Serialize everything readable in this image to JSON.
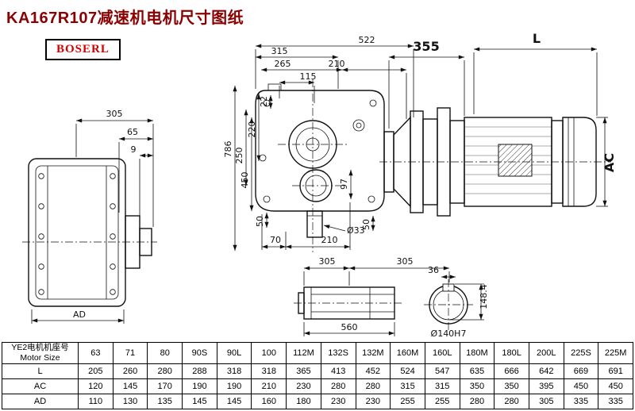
{
  "title": "KA167R107减速机电机尺寸图纸",
  "logo": "BOSERL",
  "dims": {
    "main_315": "315",
    "main_522": "522",
    "main_265": "265",
    "main_210": "210",
    "main_115": "115",
    "main_22": "22",
    "main_220": "220",
    "main_250": "250",
    "main_450": "450",
    "main_786": "786",
    "main_97": "97",
    "main_50_left": "50",
    "main_70": "70",
    "main_210b": "210",
    "main_dia33": "Ø33",
    "main_50_right": "50",
    "motor_355": "355",
    "motor_L": "L",
    "motor_AC": "AC",
    "side_305": "305",
    "side_65": "65",
    "side_9": "9",
    "side_AD": "AD",
    "shaft_305_a": "305",
    "shaft_305_b": "305",
    "shaft_560": "560",
    "key_36": "36",
    "key_148": "148.4",
    "bore_dia": "Ø140H7"
  },
  "table": {
    "header_cn": "YE2电机机座号",
    "header_en": "Motor Size",
    "columns": [
      "63",
      "71",
      "80",
      "90S",
      "90L",
      "100",
      "112M",
      "132S",
      "132M",
      "160M",
      "160L",
      "180M",
      "180L",
      "200L",
      "225S",
      "225M"
    ],
    "rows": [
      {
        "label": "L",
        "values": [
          "205",
          "260",
          "280",
          "288",
          "318",
          "318",
          "365",
          "413",
          "452",
          "524",
          "547",
          "635",
          "666",
          "642",
          "669",
          "691"
        ]
      },
      {
        "label": "AC",
        "values": [
          "120",
          "145",
          "170",
          "190",
          "190",
          "210",
          "230",
          "280",
          "280",
          "315",
          "315",
          "350",
          "350",
          "395",
          "450",
          "450"
        ]
      },
      {
        "label": "AD",
        "values": [
          "110",
          "130",
          "135",
          "145",
          "145",
          "160",
          "180",
          "230",
          "230",
          "255",
          "255",
          "280",
          "280",
          "305",
          "335",
          "335"
        ]
      }
    ]
  }
}
